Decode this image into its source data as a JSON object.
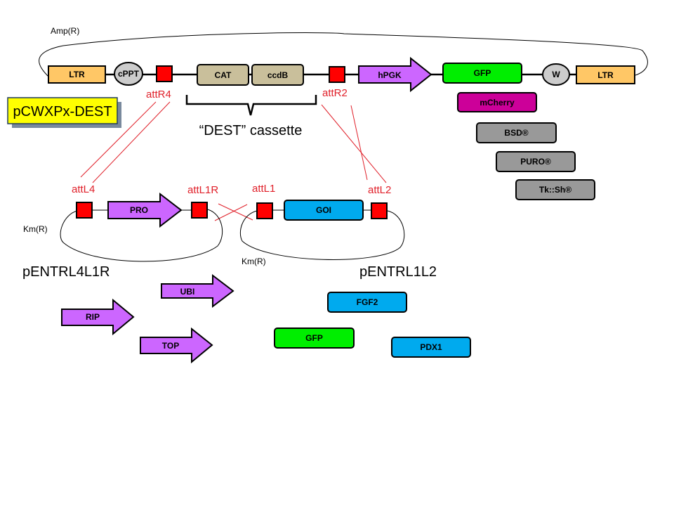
{
  "colors": {
    "ltr": "#ffc766",
    "att_site": "#ff0000",
    "cassette": "#c9bf9b",
    "promoter": "#cc66ff",
    "gfp": "#00ee00",
    "mcherry": "#cc0099",
    "selection": "#999999",
    "goi": "#00aaee",
    "oval": "#cccccc",
    "title_box": "#ffff00",
    "recombination_line": "#e0202a"
  },
  "dest_vector": {
    "title": "pCWXPx-DEST",
    "backbone_label": "Amp(R)",
    "elements": {
      "ltr_left": "LTR",
      "cppt": "cPPT",
      "cat": "CAT",
      "ccdb": "ccdB",
      "hpgk": "hPGK",
      "gfp": "GFP",
      "w": "W",
      "ltr_right": "LTR"
    },
    "att_sites": {
      "left": "attR4",
      "right": "attR2"
    },
    "cassette_label": "“DEST” cassette",
    "reporter_options": [
      "mCherry",
      "BSD®",
      "PURO®",
      "Tk::Sh®"
    ]
  },
  "entry_l4l1r": {
    "name": "pENTRL4L1R",
    "backbone_label": "Km(R)",
    "att_sites": {
      "left": "attL4",
      "right": "attL1R"
    },
    "insert": "PRO",
    "promoter_options": [
      "UBI",
      "RIP",
      "TOP"
    ]
  },
  "entry_l1l2": {
    "name": "pENTRL1L2",
    "backbone_label": "Km(R)",
    "att_sites": {
      "left": "attL1",
      "right": "attL2"
    },
    "insert": "GOI",
    "gene_options": [
      "FGF2",
      "GFP",
      "PDX1"
    ]
  }
}
